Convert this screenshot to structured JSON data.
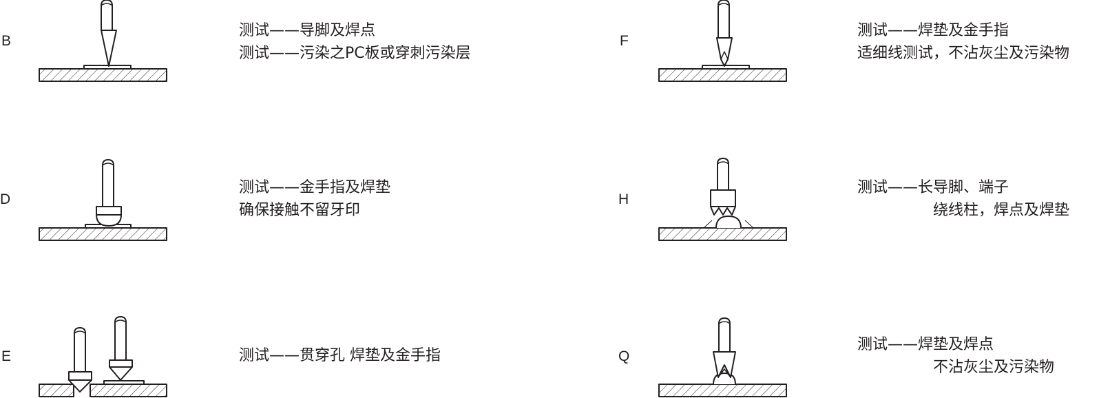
{
  "colors": {
    "stroke": "#231f20",
    "background": "#ffffff"
  },
  "probes": [
    {
      "letter": "B",
      "line1": "测试——导脚及焊点",
      "line2": "测试——污染之PC板或穿刺污染层"
    },
    {
      "letter": "D",
      "line1": "测试——金手指及焊垫",
      "line2": "确保接触不留牙印"
    },
    {
      "letter": "E",
      "line1": "测试——贯穿孔 焊垫及金手指",
      "line2": ""
    },
    {
      "letter": "F",
      "line1": "测试——焊垫及金手指",
      "line2": "适细线测试，不沾灰尘及污染物"
    },
    {
      "letter": "H",
      "line1": "测试——长导脚、端子",
      "line2": "绕线柱，焊点及焊垫"
    },
    {
      "letter": "Q",
      "line1": "测试——焊垫及焊点",
      "line2": "不沾灰尘及污染物"
    }
  ]
}
